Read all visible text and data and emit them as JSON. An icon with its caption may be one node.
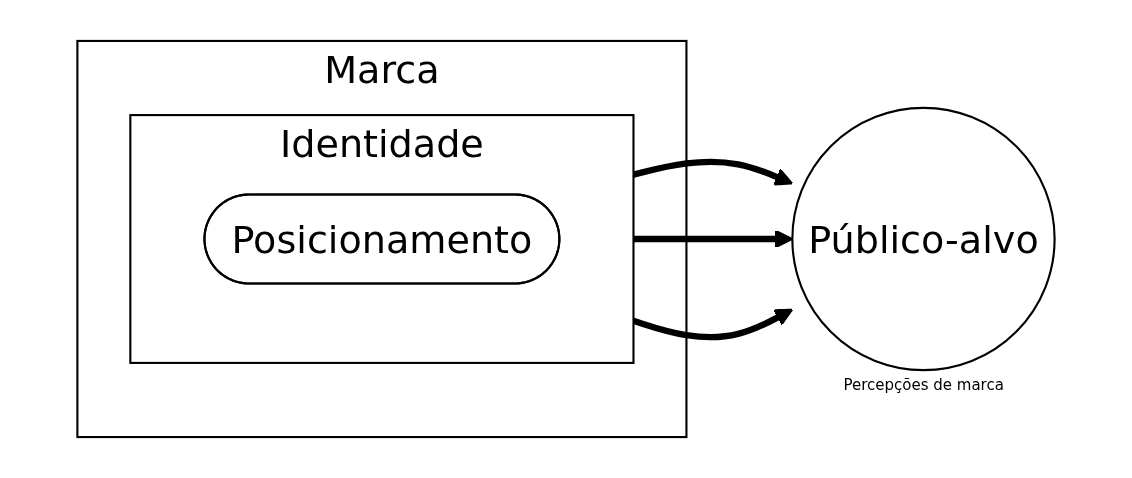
{
  "diagram": {
    "nodes": [
      {
        "text": [
          "Marca"
        ]
      },
      {
        "text": [
          "Identidade"
        ],
        "in": 0
      },
      {
        "text": [
          "Posicionamento"
        ],
        "in": 1
      },
      {
        "text": [
          "Público-alvo"
        ],
        "beside": [
          "Percepções de marca"
        ]
      }
    ],
    "edges": [
      {
        "from": 1,
        "to": 3,
        "arrow": "to"
      },
      {
        "from": 1,
        "to": 3,
        "arrow": "to"
      },
      {
        "from": 1,
        "to": 3,
        "arrow": "to"
      }
    ]
  }
}
